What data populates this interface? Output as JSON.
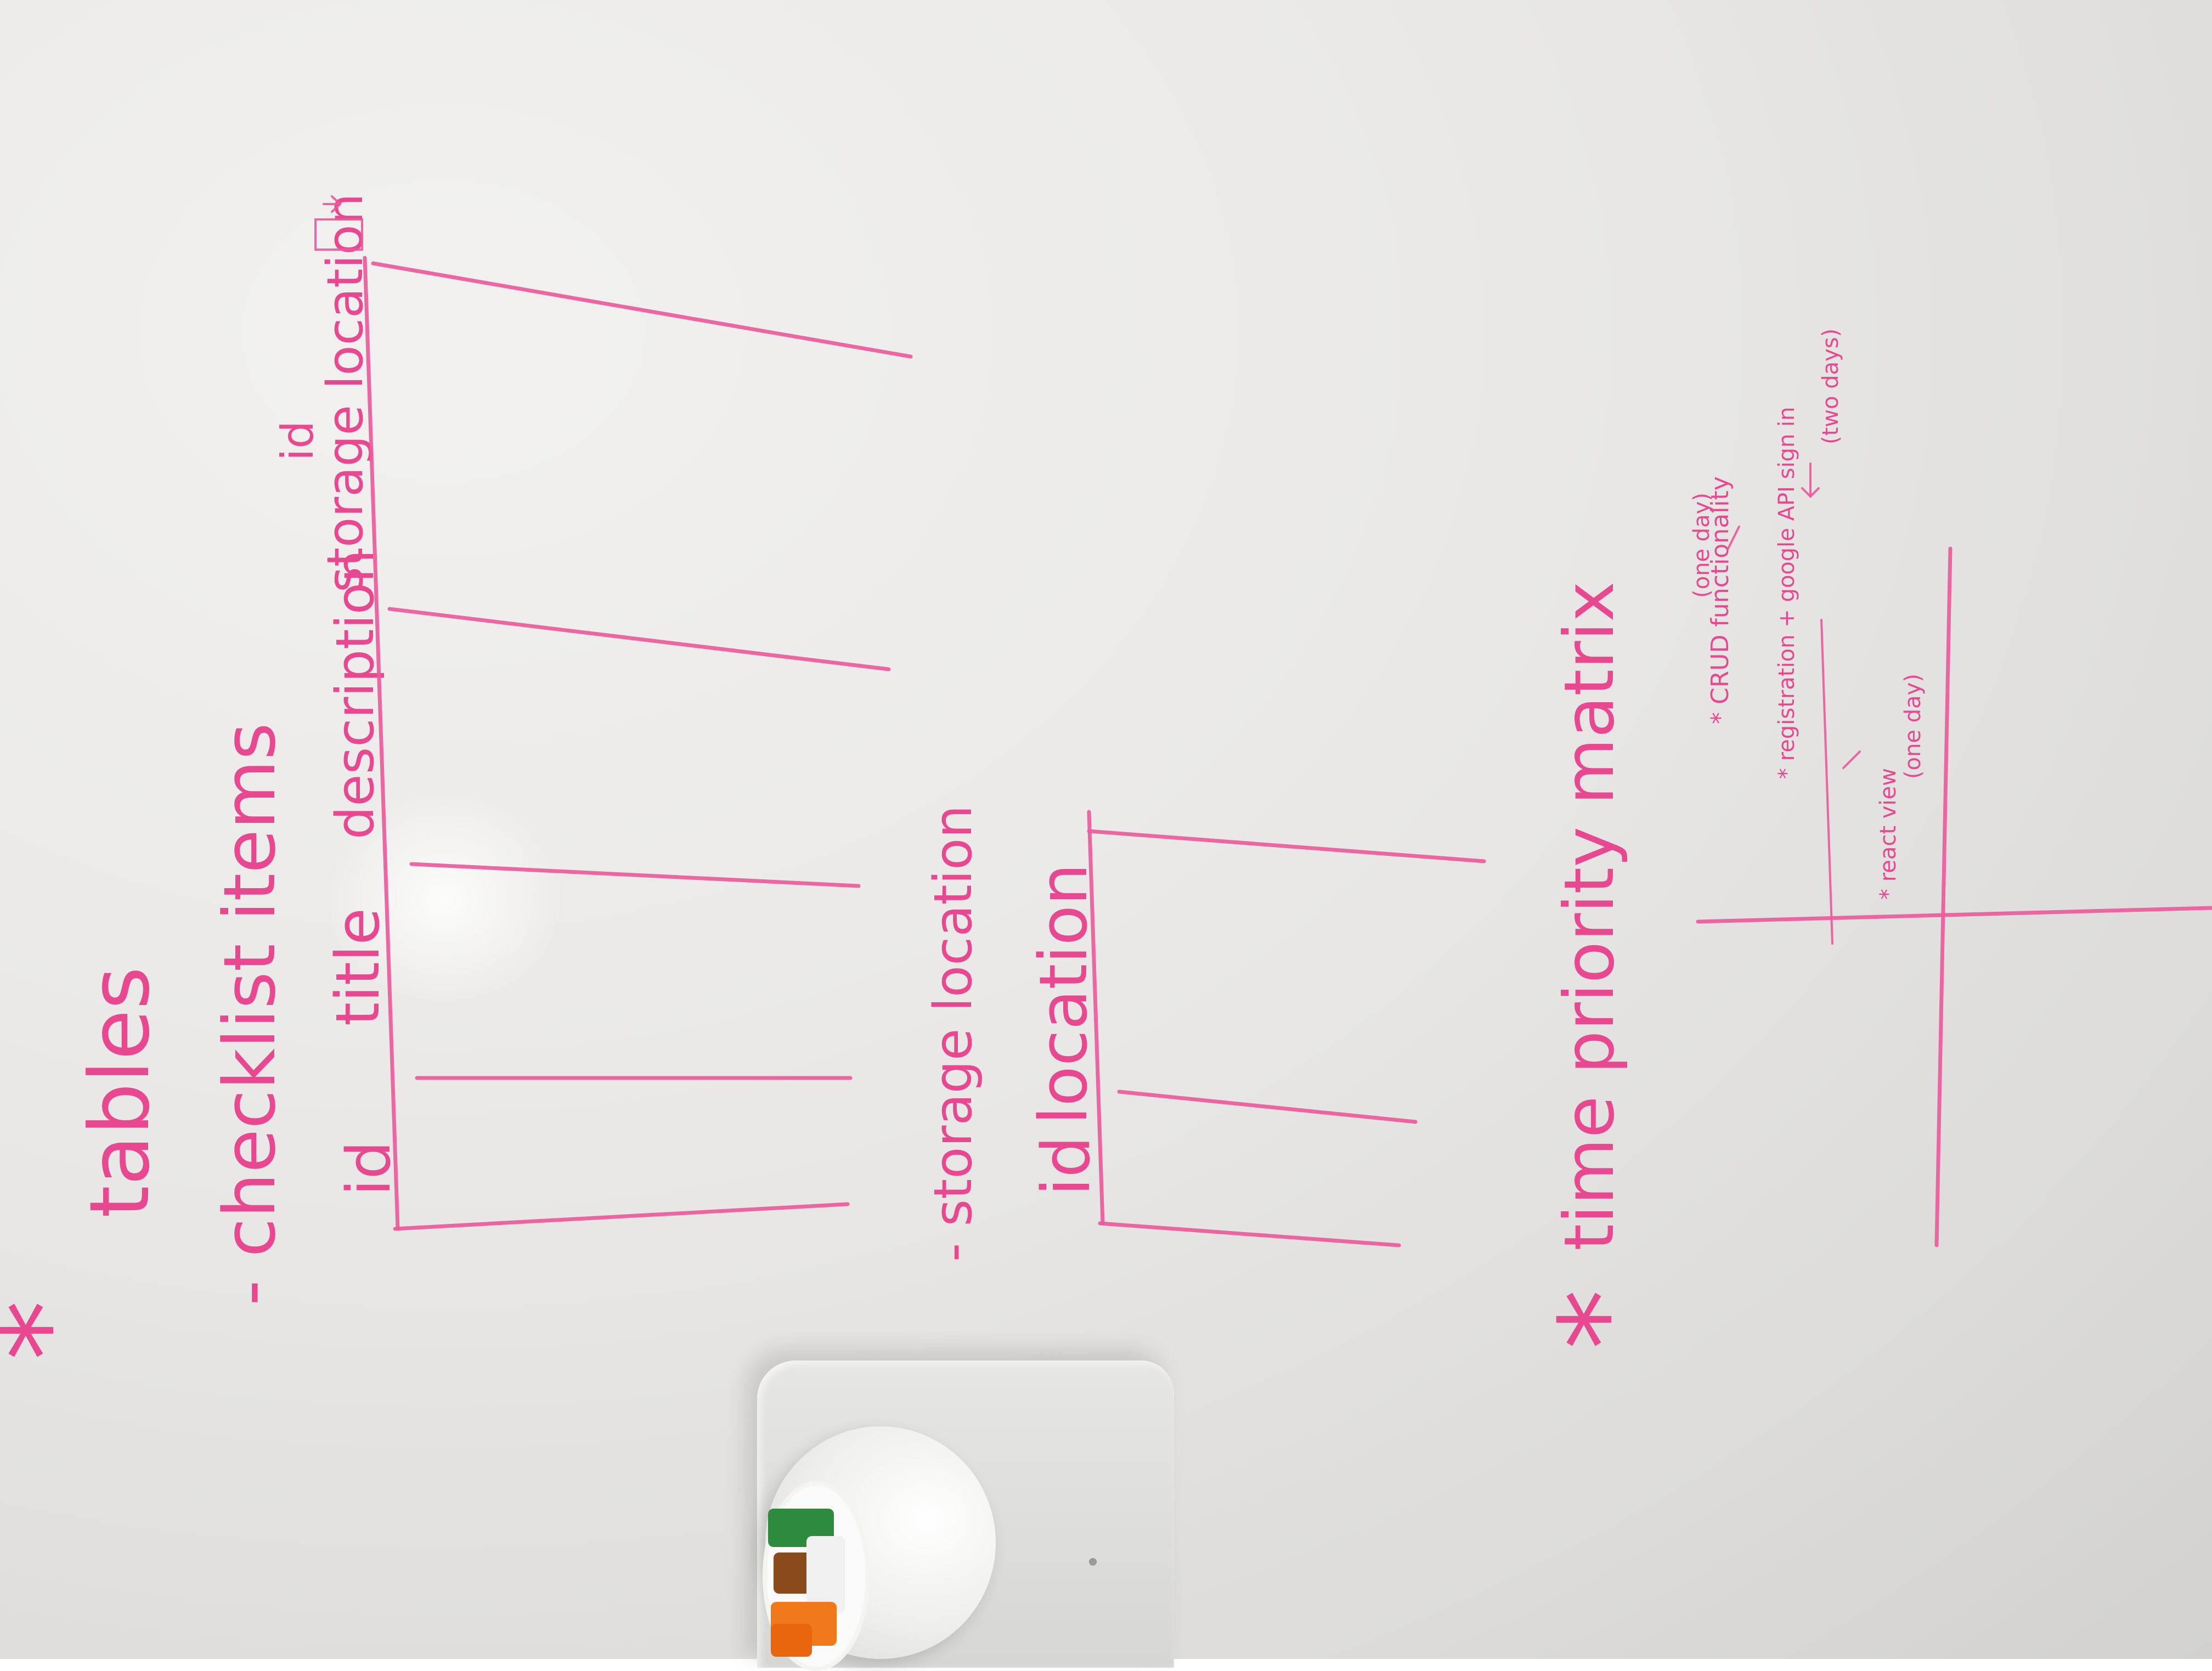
{
  "whiteboard": {
    "ink_color": "#e8488f",
    "heading_tables": "tables",
    "checklist": {
      "title": "checklist items",
      "columns": [
        "id",
        "title",
        "description",
        "storage location"
      ],
      "col4_sub": "id"
    },
    "storage": {
      "title": "storage location",
      "columns": [
        "id",
        "location"
      ]
    },
    "priority": {
      "title": "time priority matrix",
      "notes": {
        "crud": "CRUD functionality",
        "crud_time": "(one day)",
        "registration": "registration + google API sign in",
        "registration_time": "(two days)",
        "react": "react view",
        "react_time": "(one day)"
      }
    },
    "star": "*"
  },
  "objects": {
    "marker_holder": "marker-holder",
    "marker_colors": [
      "#2e8b3e",
      "#8b4a1c",
      "#f07a1a",
      "#e8e8e8"
    ]
  }
}
